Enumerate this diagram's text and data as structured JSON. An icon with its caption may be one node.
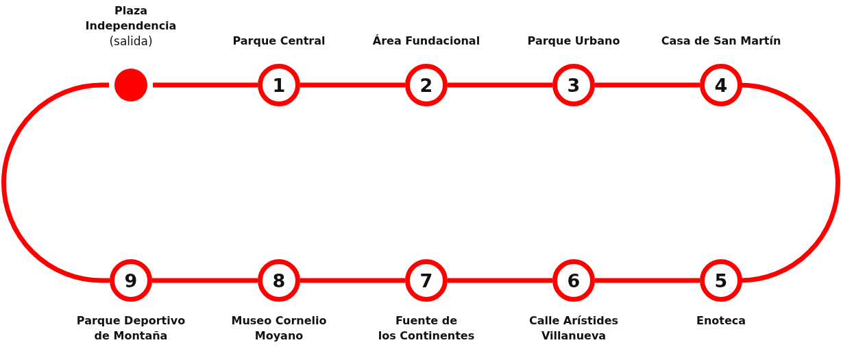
{
  "diagram": {
    "nodes": [
      {
        "text": [],
        "shape": "circle",
        "beside": [
          "Plaza Independencia",
          "(salida)"
        ]
      },
      {
        "text": [
          "1"
        ],
        "beside": [
          "Parque Central"
        ]
      },
      {
        "text": [
          "2"
        ],
        "beside": [
          "Área Fundacional"
        ]
      },
      {
        "text": [
          "3"
        ],
        "beside": [
          "Parque Urbano"
        ]
      },
      {
        "text": [
          "4"
        ],
        "beside": [
          "Casa de San Martín"
        ]
      },
      {
        "text": [
          "5"
        ],
        "beside": [
          "Enoteca"
        ]
      },
      {
        "text": [
          "6"
        ],
        "beside": [
          "Calle Arístides Villanueva"
        ]
      },
      {
        "text": [
          "7"
        ],
        "beside": [
          "Fuente de los Continentes"
        ]
      },
      {
        "text": [
          "8"
        ],
        "beside": [
          "Museo Cornelio Moyano"
        ]
      },
      {
        "text": [
          "9"
        ],
        "beside": [
          "Parque Deportivo de Montaña"
        ]
      }
    ],
    "edges": [
      {
        "from": 0,
        "to": 1,
        "arrow": "none"
      },
      {
        "from": 1,
        "to": 2,
        "arrow": "none"
      },
      {
        "from": 2,
        "to": 3,
        "arrow": "none"
      },
      {
        "from": 3,
        "to": 4,
        "arrow": "none"
      },
      {
        "from": 4,
        "to": 5,
        "arrow": "none"
      },
      {
        "from": 5,
        "to": 6,
        "arrow": "none"
      },
      {
        "from": 6,
        "to": 7,
        "arrow": "none"
      },
      {
        "from": 7,
        "to": 8,
        "arrow": "none"
      },
      {
        "from": 8,
        "to": 9,
        "arrow": "none"
      },
      {
        "from": 9,
        "to": 0,
        "arrow": "none"
      }
    ]
  }
}
